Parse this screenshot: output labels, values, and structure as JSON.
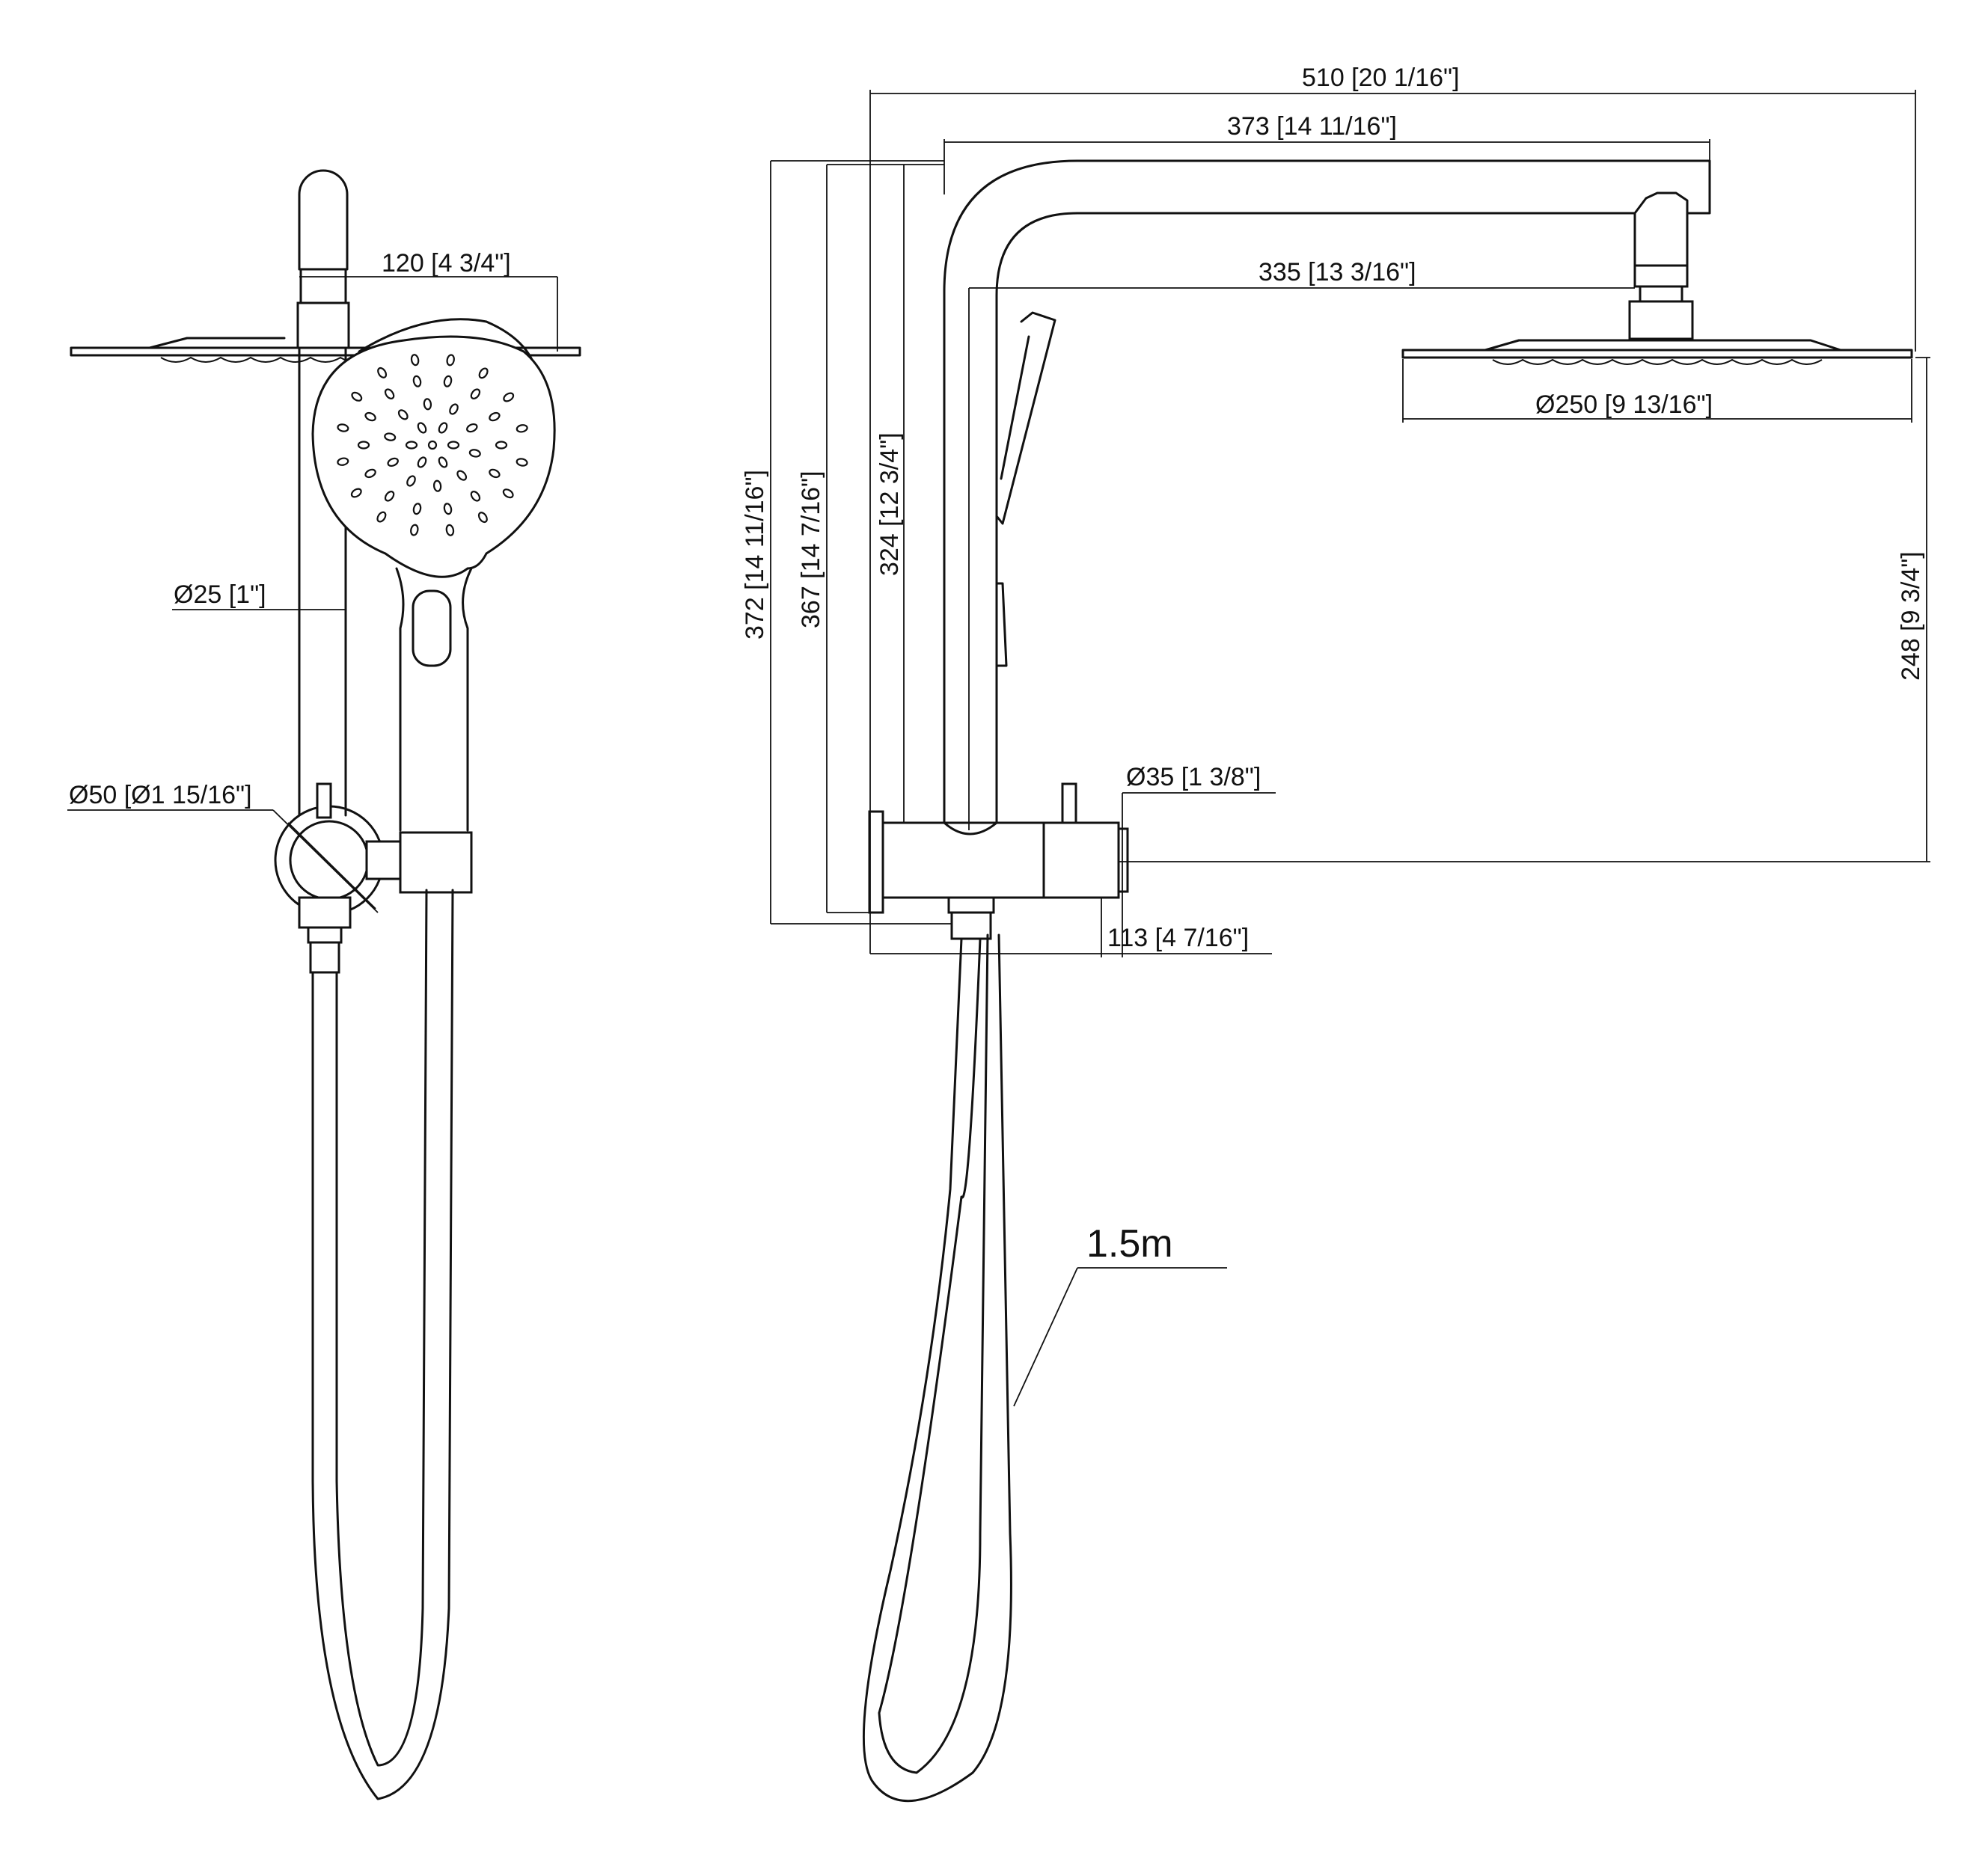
{
  "dimensions": {
    "front_width_120": "120 [4 3/4\"]",
    "front_pipe_dia_25": "Ø25 [1\"]",
    "front_bracket_dia_50": "Ø50 [Ø1 15/16\"]",
    "overall_width_510": "510 [20 1/16\"]",
    "arm_width_373": "373 [14 11/16\"]",
    "arm_inner_335": "335 [13 3/16\"]",
    "head_dia_250": "Ø250 [9 13/16\"]",
    "height_372": "372 [14 11/16\"]",
    "height_367": "367 [14 7/16\"]",
    "height_324": "324 [12 3/4\"]",
    "height_248": "248 [9 3/4\"]",
    "outlet_dia_35": "Ø35 [1 3/8\"]",
    "depth_113": "113 [4 7/16\"]",
    "hose_length": "1.5m"
  }
}
